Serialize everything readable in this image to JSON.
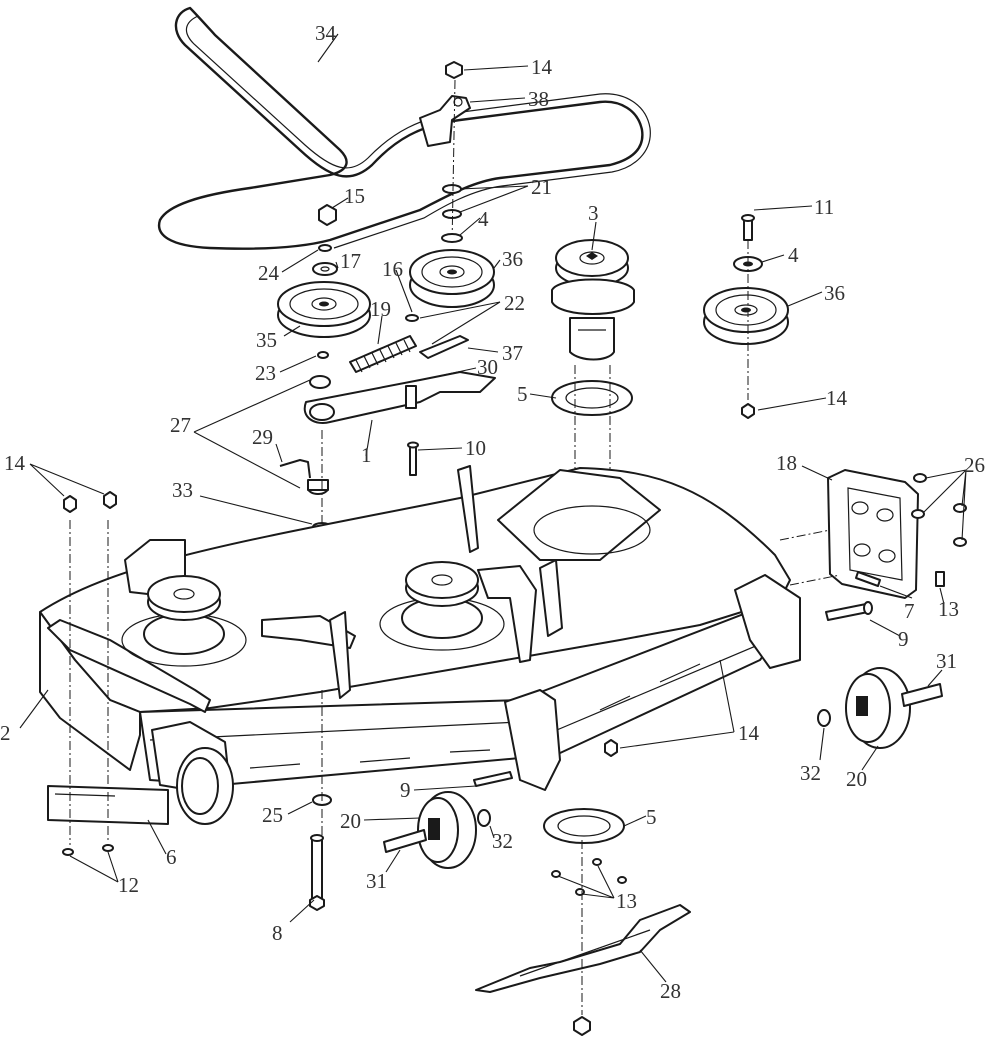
{
  "callouts": {
    "c34": "34",
    "c14_top": "14",
    "c38": "38",
    "c21": "21",
    "c15": "15",
    "c4_a": "4",
    "c3": "3",
    "c11": "11",
    "c4_b": "4",
    "c36_a": "36",
    "c36_b": "36",
    "c17": "17",
    "c24": "24",
    "c16": "16",
    "c22": "22",
    "c19": "19",
    "c35": "35",
    "c37": "37",
    "c23": "23",
    "c30": "30",
    "c5_top": "5",
    "c14_right": "14",
    "c27": "27",
    "c1": "1",
    "c10": "10",
    "c29": "29",
    "c14_left": "14",
    "c33": "33",
    "c18": "18",
    "c26": "26",
    "c13_right": "13",
    "c7": "7",
    "c9_right": "9",
    "c2": "2",
    "c31_right": "31",
    "c14_mid": "14",
    "c32_right": "32",
    "c20_right": "20",
    "c9_mid": "9",
    "c25": "25",
    "c20_mid": "20",
    "c5_bottom": "5",
    "c32_mid": "32",
    "c6": "6",
    "c31_mid": "31",
    "c12": "12",
    "c13_bottom": "13",
    "c8": "8",
    "c28": "28"
  }
}
